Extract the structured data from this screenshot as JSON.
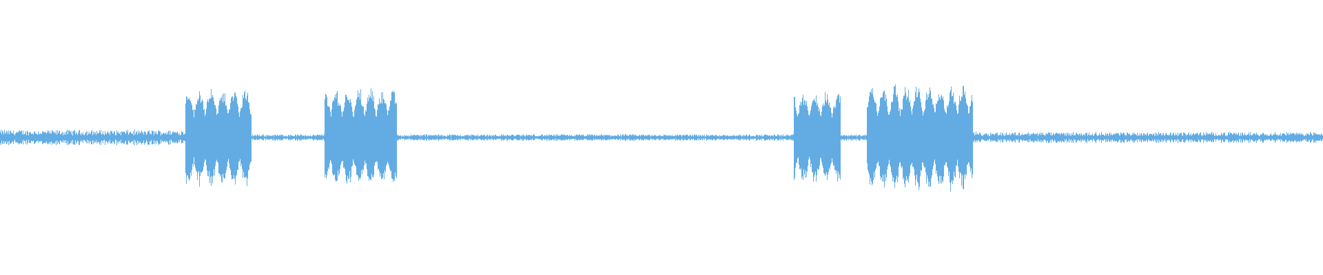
{
  "waveform": {
    "color": "#62ace3",
    "background": "#ffffff",
    "segments": [
      {
        "start": 0.0,
        "end": 0.14,
        "level": 0.07
      },
      {
        "start": 0.14,
        "end": 0.19,
        "level": 0.45
      },
      {
        "start": 0.19,
        "end": 0.245,
        "level": 0.03
      },
      {
        "start": 0.245,
        "end": 0.3,
        "level": 0.45
      },
      {
        "start": 0.3,
        "end": 0.6,
        "level": 0.03
      },
      {
        "start": 0.6,
        "end": 0.635,
        "level": 0.42
      },
      {
        "start": 0.635,
        "end": 0.655,
        "level": 0.03
      },
      {
        "start": 0.655,
        "end": 0.735,
        "level": 0.48
      },
      {
        "start": 0.735,
        "end": 1.0,
        "level": 0.05
      }
    ]
  }
}
